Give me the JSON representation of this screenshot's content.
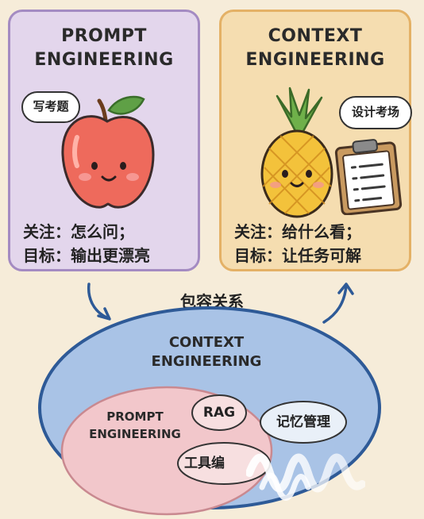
{
  "left_panel": {
    "title_line1": "PROMPT",
    "title_line2": "ENGINEERING",
    "bubble": "写考题",
    "focus": "关注：怎么问；",
    "goal": "目标：输出更漂亮",
    "illustration_icon": "apple-icon"
  },
  "right_panel": {
    "title_line1": "CONTEXT",
    "title_line2": "ENGINEERING",
    "bubble": "设计考场",
    "focus": "关注：给什么看；",
    "goal": "目标：让任务可解",
    "illustration_icon": "pineapple-icon",
    "secondary_icon": "clipboard-icon"
  },
  "relation_label": "包容关系",
  "venn": {
    "outer_line1": "CONTEXT",
    "outer_line2": "ENGINEERING",
    "inner_line1": "PROMPT",
    "inner_line2": "ENGINEERING",
    "item_rag": "RAG",
    "item_memory": "记忆管理",
    "item_tools": "工具编"
  },
  "colors": {
    "background": "#f6ecd9",
    "left_panel_bg": "#e3d6ec",
    "left_panel_border": "#a48bc2",
    "right_panel_bg": "#f5ddb0",
    "right_panel_border": "#e4b166",
    "outer_ellipse": "#a9c3e6",
    "outer_ellipse_border": "#2e5a97",
    "inner_ellipse": "#f2c7cb",
    "inner_ellipse_border": "#c98990",
    "arrow": "#2e5a97"
  }
}
